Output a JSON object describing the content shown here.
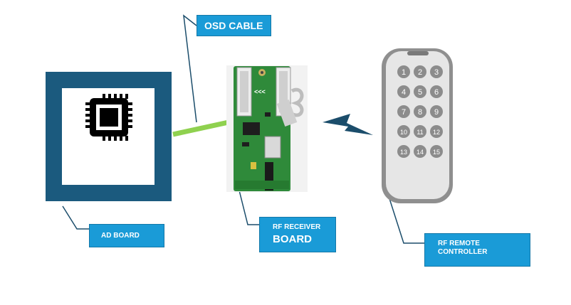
{
  "labels": {
    "osd_cable": "OSD CABLE",
    "ad_board": "AD BOARD",
    "rf_receiver_line1": "RF RECEIVER",
    "rf_receiver_line2": "BOARD",
    "rf_remote_line1": "RF REMOTE",
    "rf_remote_line2": "CONTROLLER"
  },
  "board_marking": "<<<",
  "remote_buttons": [
    "1",
    "2",
    "3",
    "4",
    "5",
    "6",
    "7",
    "8",
    "9",
    "10",
    "11",
    "12",
    "13",
    "14",
    "15"
  ],
  "colors": {
    "ad_board_frame": "#1b5a7e",
    "label_fill": "#1a9bd7",
    "osd_cable": "#8fd14f",
    "pcb_green": "#2f8a3a",
    "remote_body": "#e6e6e6",
    "remote_button": "#8c8c8c",
    "signal_bolt": "#1b4d6b"
  }
}
